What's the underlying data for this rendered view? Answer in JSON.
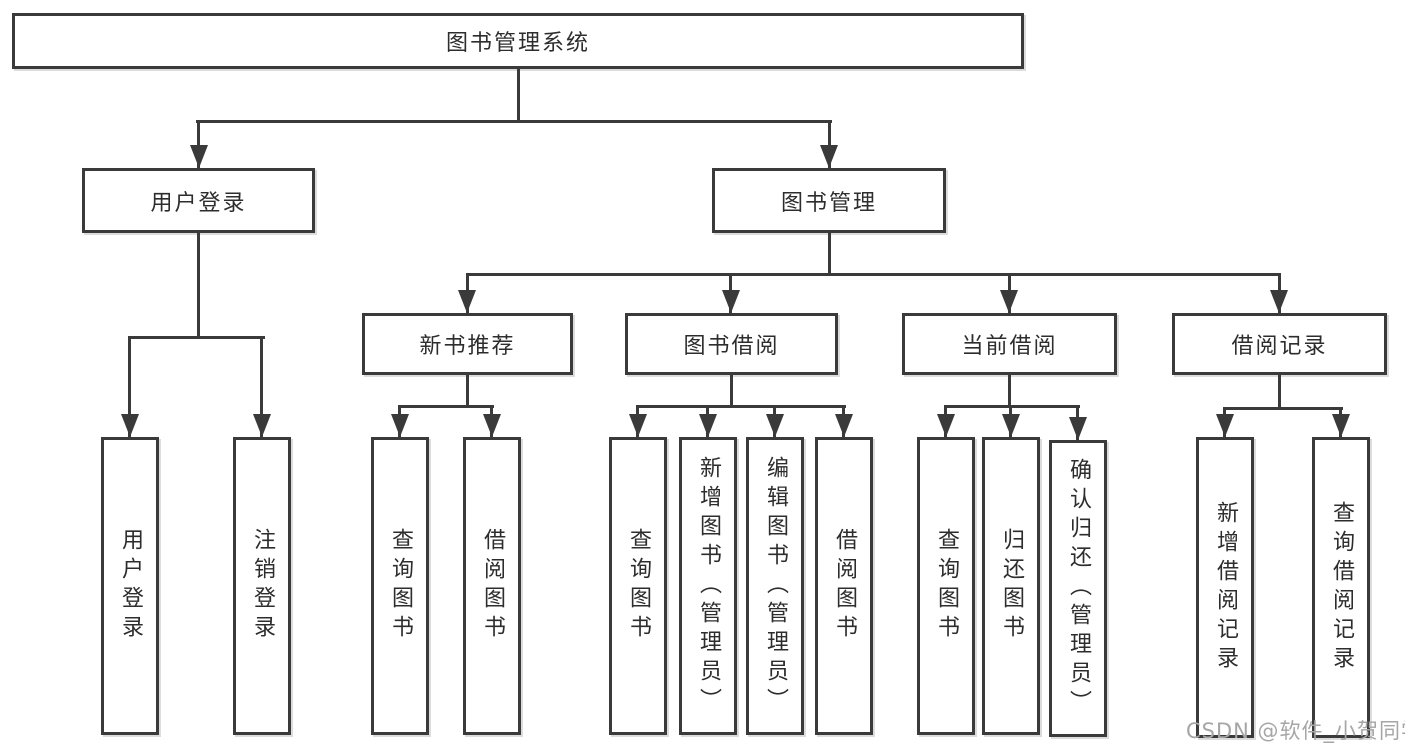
{
  "tree": {
    "label": "图书管理系统",
    "children": [
      {
        "label": "用户登录",
        "children": [
          {
            "label": "用户登录"
          },
          {
            "label": "注销登录"
          }
        ]
      },
      {
        "label": "图书管理",
        "children": [
          {
            "label": "新书推荐",
            "children": [
              {
                "label": "查询图书"
              },
              {
                "label": "借阅图书"
              }
            ]
          },
          {
            "label": "图书借阅",
            "children": [
              {
                "label": "查询图书"
              },
              {
                "label": "新增图书（管理员）"
              },
              {
                "label": "编辑图书（管理员）"
              },
              {
                "label": "借阅图书"
              }
            ]
          },
          {
            "label": "当前借阅",
            "children": [
              {
                "label": "查询图书"
              },
              {
                "label": "归还图书"
              },
              {
                "label": "确认归还（管理员）"
              }
            ]
          },
          {
            "label": "借阅记录",
            "children": [
              {
                "label": "新增借阅记录"
              },
              {
                "label": "查询借阅记录"
              }
            ]
          }
        ]
      }
    ]
  },
  "watermark": {
    "text": "CSDN @软件_小贺同学"
  },
  "colors": {
    "line": "#3a3a3a",
    "text": "#2d2d2d",
    "watermark": "#a6a6a6",
    "background": "#ffffff"
  }
}
